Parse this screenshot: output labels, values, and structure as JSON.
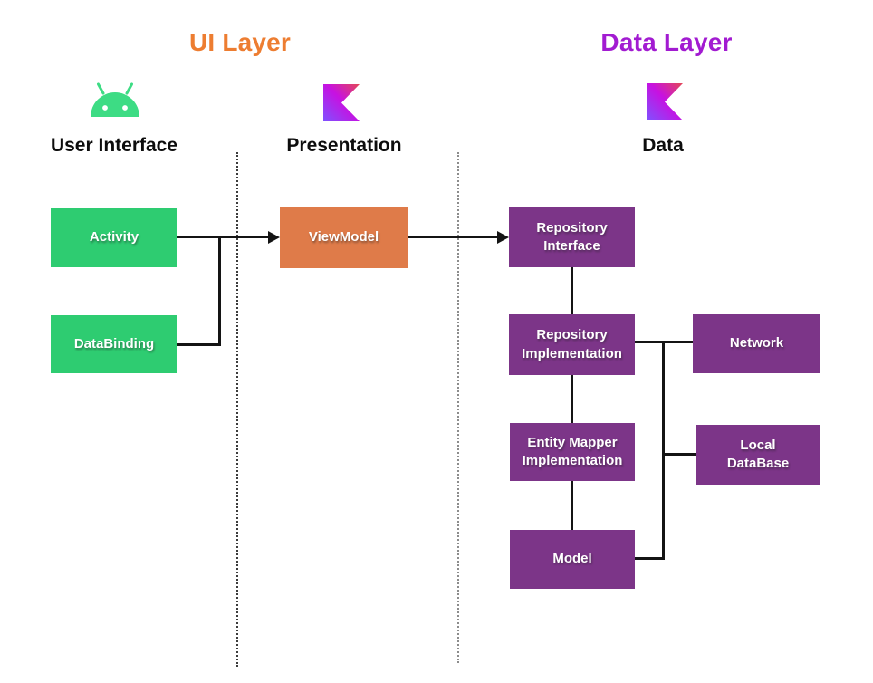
{
  "layers": [
    {
      "id": "ui",
      "title": "UI Layer",
      "color": "#ED7D31"
    },
    {
      "id": "data",
      "title": "Data Layer",
      "color": "#A21BD1"
    }
  ],
  "columns": [
    {
      "id": "user-interface",
      "label": "User Interface",
      "icon": "android-icon"
    },
    {
      "id": "presentation",
      "label": "Presentation",
      "icon": "kotlin-icon"
    },
    {
      "id": "data",
      "label": "Data",
      "icon": "kotlin-icon"
    }
  ],
  "nodes": [
    {
      "id": "activity",
      "label": "Activity",
      "color": "#2ECC71",
      "column": "user-interface"
    },
    {
      "id": "databinding",
      "label": "DataBinding",
      "color": "#2ECC71",
      "column": "user-interface"
    },
    {
      "id": "viewmodel",
      "label": "ViewModel",
      "color": "#DF7B49",
      "column": "presentation"
    },
    {
      "id": "repository-interface",
      "label": "Repository\nInterface",
      "color": "#7C3588",
      "column": "data"
    },
    {
      "id": "repository-implementation",
      "label": "Repository\nImplementation",
      "color": "#7C3588",
      "column": "data"
    },
    {
      "id": "entity-mapper-implementation",
      "label": "Entity Mapper\nImplementation",
      "color": "#7C3588",
      "column": "data"
    },
    {
      "id": "model",
      "label": "Model",
      "color": "#7C3588",
      "column": "data"
    },
    {
      "id": "network",
      "label": "Network",
      "color": "#7C3588",
      "column": "data"
    },
    {
      "id": "local-database",
      "label": "Local\nDataBase",
      "color": "#7C3588",
      "column": "data"
    }
  ],
  "edges": [
    {
      "from": "activity",
      "to": "viewmodel",
      "arrow": true
    },
    {
      "from": "databinding",
      "to": "viewmodel",
      "arrow": true
    },
    {
      "from": "viewmodel",
      "to": "repository-interface",
      "arrow": true
    },
    {
      "from": "repository-interface",
      "to": "repository-implementation",
      "arrow": false
    },
    {
      "from": "repository-implementation",
      "to": "entity-mapper-implementation",
      "arrow": false
    },
    {
      "from": "entity-mapper-implementation",
      "to": "model",
      "arrow": false
    },
    {
      "from": "repository-implementation",
      "to": "network",
      "arrow": false
    },
    {
      "from": "repository-implementation",
      "to": "local-database",
      "arrow": false
    },
    {
      "from": "repository-implementation",
      "to": "model",
      "arrow": false
    }
  ],
  "colors": {
    "ui_layer_accent": "#ED7D31",
    "data_layer_accent": "#A21BD1",
    "node_green": "#2ECC71",
    "node_orange": "#DF7B49",
    "node_purple": "#7C3588",
    "android_green": "#3DDC84",
    "kotlin_gradient": [
      "#E44857",
      "#C711E1",
      "#7F52FF"
    ],
    "connector": "#141414"
  }
}
